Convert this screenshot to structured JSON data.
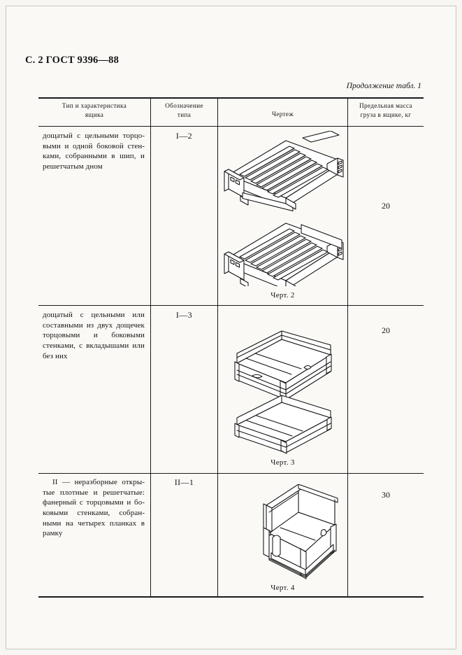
{
  "document": {
    "page_label": "С. 2 ГОСТ 9396—88",
    "table_note": "Продолжение табл. 1"
  },
  "table": {
    "headers": {
      "description": "Тип и характеристика\nящика",
      "description_line1": "Тип  и  характеристика",
      "description_line2": "ящика",
      "type": "Обозначение\nтипа",
      "type_line1": "Обозначение",
      "type_line2": "типа",
      "drawing": "Чертеж",
      "mass_line1": "Предельная  масса",
      "mass_line2": "груза  в  ящике,  кг"
    },
    "rows": [
      {
        "description": "дощатый с цельными торцо­выми и одной боковой стен­ками, собранными в шип, и решетчатым дном",
        "type": "I—2",
        "mass": "20",
        "figure_caption": "Черт. 2",
        "drawing_name": "slatted-crate-pair-drawing"
      },
      {
        "description": "дощатый  с  цельными  или составными из двух дощечек торцовыми    и    боковыми стенками, с вкладышами или без них",
        "type": "I—3",
        "mass": "20",
        "figure_caption": "Черт. 3",
        "drawing_name": "solid-plank-box-drawing"
      },
      {
        "description": "II — неразборные откры­тые плотные и решетчатые: фанерный с торцовыми и бо­ковыми стенками, собран­ными на четырех планках в рамку",
        "type": "II—1",
        "mass": "30",
        "figure_caption": "Черт. 4",
        "drawing_name": "plywood-frame-box-drawing"
      }
    ]
  },
  "colors": {
    "page_background": "#f7f6f2",
    "ink": "#141414",
    "rule": "#1b1b1b"
  }
}
